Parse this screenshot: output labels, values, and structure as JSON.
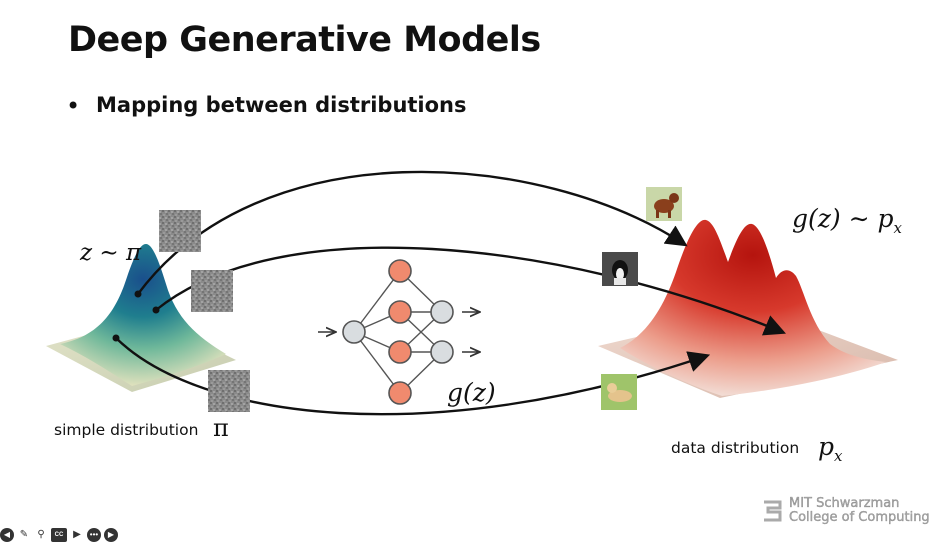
{
  "slide": {
    "title": "Deep Generative Models",
    "bullet": "Mapping between distributions"
  },
  "labels": {
    "z_sim_pi": "z ∼ π",
    "simple_dist": "simple distribution",
    "pi_symbol": "π",
    "gz_net": "g(z)",
    "gz_sim_px": "g(z) ∼ p",
    "px_sub": "x",
    "data_dist": "data distribution",
    "p_symbol": "p",
    "x_sub": "x"
  },
  "logo": {
    "line1": "MIT Schwarzman",
    "line2": "College of Computing"
  },
  "toolbar": {
    "icons": [
      "back-icon",
      "pen-icon",
      "search-icon",
      "captions-icon",
      "camera-icon",
      "more-icon",
      "forward-icon"
    ]
  },
  "colors": {
    "node_orange": "#f08a6e",
    "node_gray": "#d9dde0",
    "node_stroke": "#555555",
    "simple_peak": "#1e5a8f",
    "simple_base": "#d8dcb4",
    "data_peak": "#c41d14",
    "data_base": "#e8d2c8"
  }
}
